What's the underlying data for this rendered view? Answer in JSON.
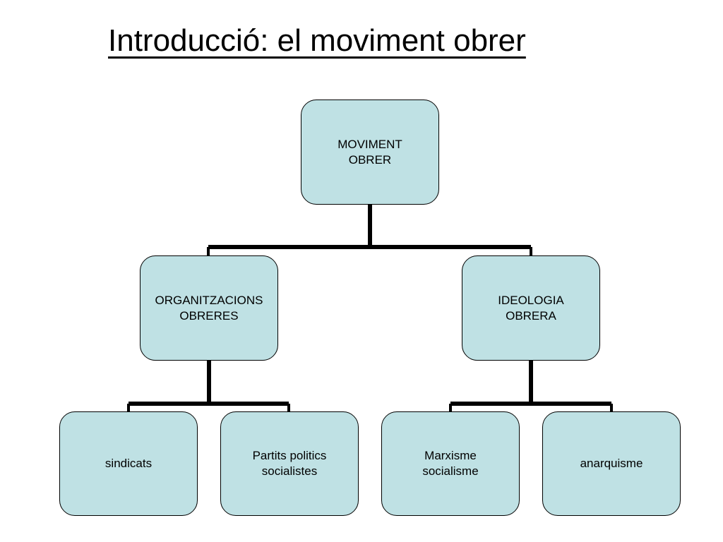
{
  "title": "Introducció: el moviment obrer",
  "colors": {
    "node_fill": "#bfe1e4",
    "node_border": "#000000",
    "connector": "#000000"
  },
  "nodes": {
    "root": "MOVIMENT\nOBRER",
    "organitzacions": "ORGANITZACIONS\nOBRERES",
    "ideologia": "IDEOLOGIA\nOBRERA",
    "sindicats": "sindicats",
    "partits": "Partits politics\nsocialistes",
    "marxisme": "Marxisme\nsocialisme",
    "anarquisme": "anarquisme"
  }
}
